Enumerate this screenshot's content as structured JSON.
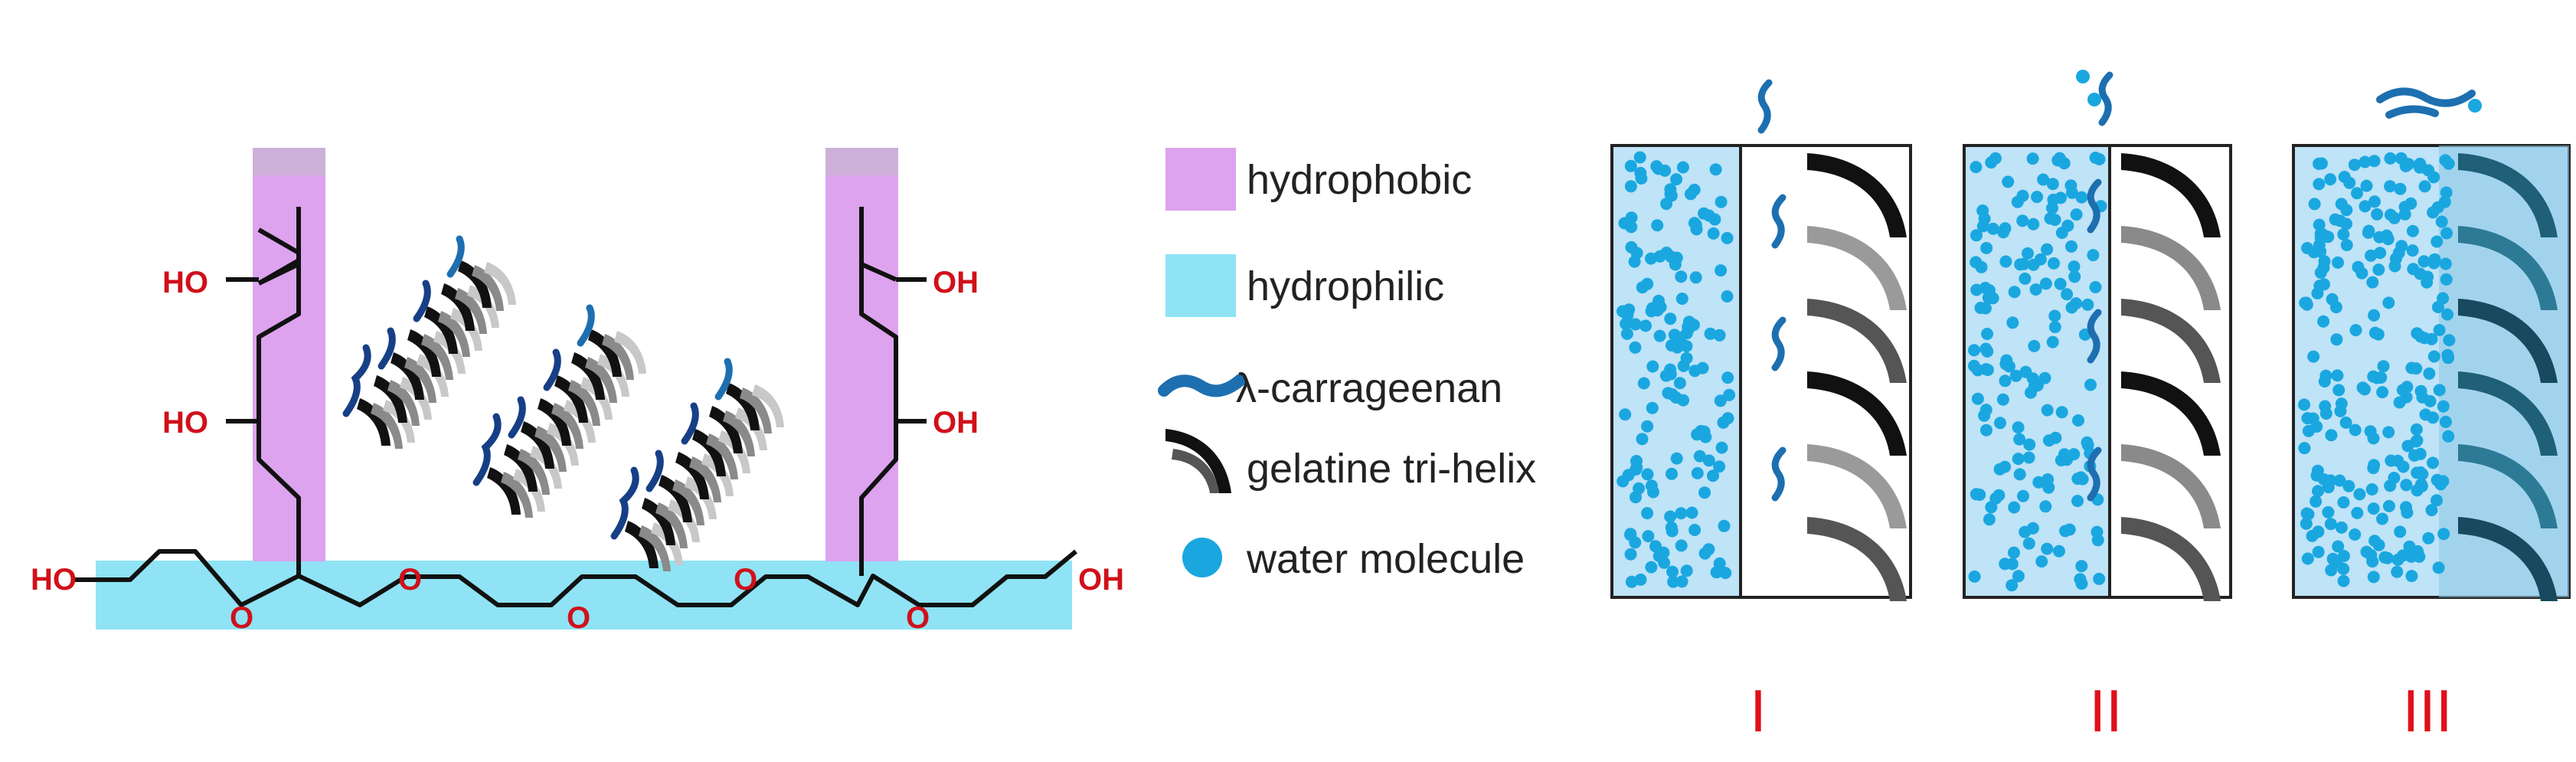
{
  "colors": {
    "hydrophobic": "#dda3ee",
    "hydrophilic": "#8fe3f4",
    "carrageenan": "#1d6fb0",
    "carrageenan_dark": "#173f86",
    "water": "#1aa7e0",
    "helix_dark": "#111111",
    "helix_mid": "#7a7a7a",
    "helix_light": "#bdbdbd",
    "teal": "#1f5f78",
    "chem_text": "#d0101a",
    "stage_label": "#e0101a"
  },
  "molecule": {
    "ho_left_end": "HO",
    "oh_right_end": "OH",
    "ho_upper_left": "HO",
    "ho_lower_left": "HO",
    "oh_upper_right": "OH",
    "oh_lower_right": "OH",
    "oxygens": [
      "O",
      "O",
      "O",
      "O",
      "O"
    ]
  },
  "legend": {
    "hydrophobic": "hydrophobic",
    "hydrophilic": "hydrophilic",
    "carrageenan": "λ-carrageenan",
    "helix": "gelatine tri-helix",
    "water": "water molecule"
  },
  "stages": {
    "labels": [
      "I",
      "II",
      "III"
    ]
  },
  "icons": [
    "hydrophobic-swatch-icon",
    "hydrophilic-swatch-icon",
    "carrageenan-icon",
    "gelatine-helix-icon",
    "water-dot-icon"
  ]
}
